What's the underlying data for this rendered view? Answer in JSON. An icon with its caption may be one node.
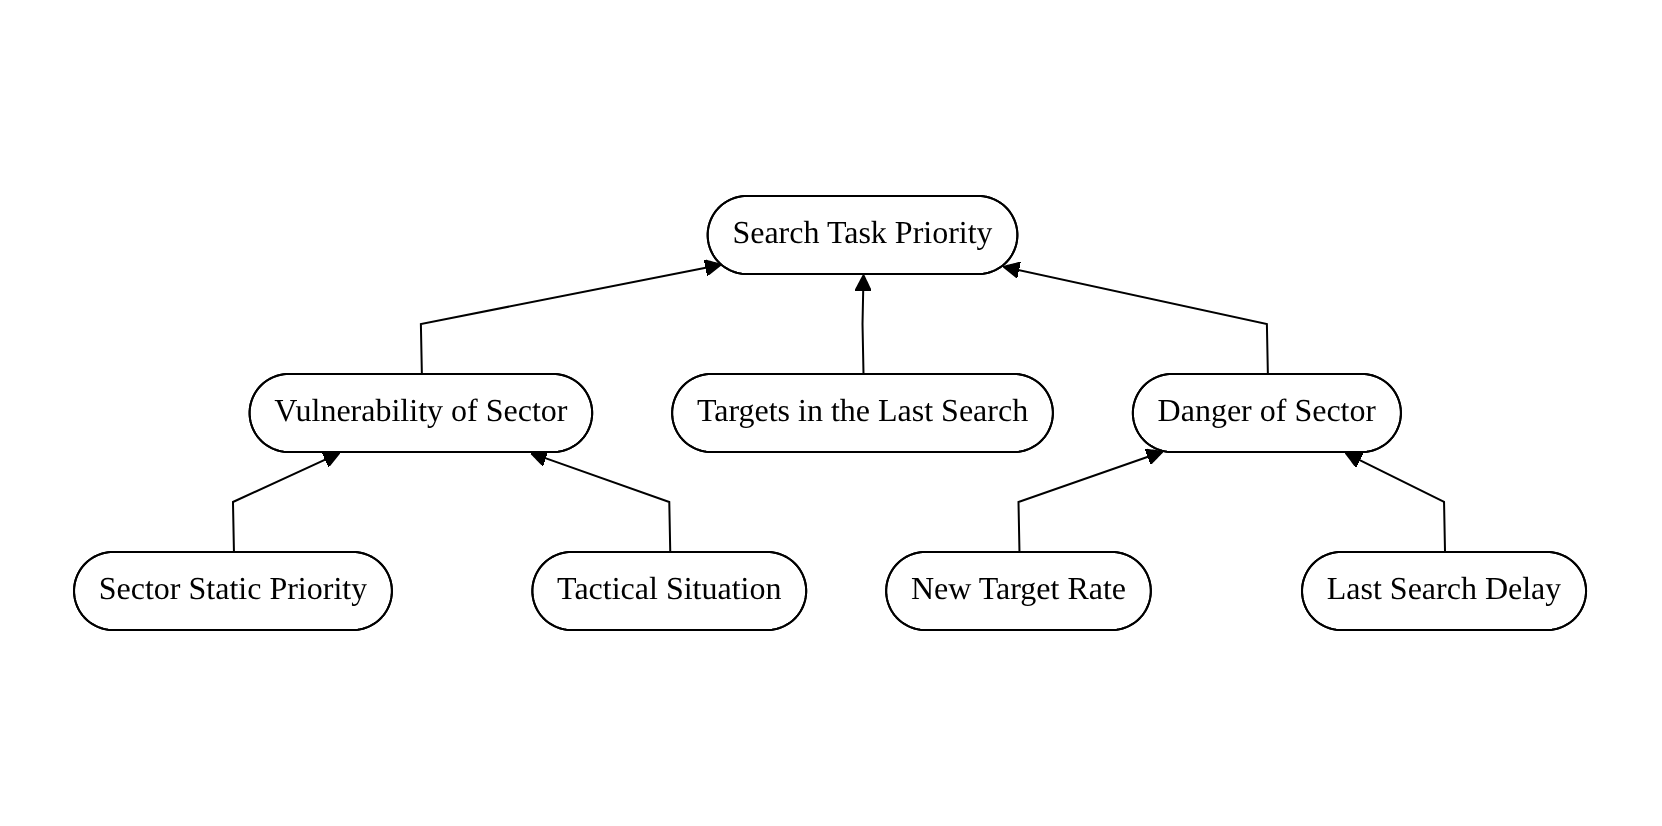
{
  "diagram": {
    "nodes": [
      {
        "text": [
          "Search Task Priority"
        ]
      },
      {
        "text": [
          "Vulnerability of Sector"
        ]
      },
      {
        "text": [
          "Targets in the Last Search"
        ]
      },
      {
        "text": [
          "Danger of Sector"
        ]
      },
      {
        "text": [
          "Sector Static Priority"
        ]
      },
      {
        "text": [
          "Tactical Situation"
        ]
      },
      {
        "text": [
          "New Target Rate"
        ]
      },
      {
        "text": [
          "Last Search Delay"
        ]
      }
    ],
    "edges": [
      {
        "from": 1,
        "to": 0,
        "arrow": "to"
      },
      {
        "from": 2,
        "to": 0,
        "arrow": "to"
      },
      {
        "from": 3,
        "to": 0,
        "arrow": "to"
      },
      {
        "from": 4,
        "to": 1,
        "arrow": "to"
      },
      {
        "from": 5,
        "to": 1,
        "arrow": "to"
      },
      {
        "from": 6,
        "to": 3,
        "arrow": "to"
      },
      {
        "from": 7,
        "to": 3,
        "arrow": "to"
      }
    ]
  }
}
